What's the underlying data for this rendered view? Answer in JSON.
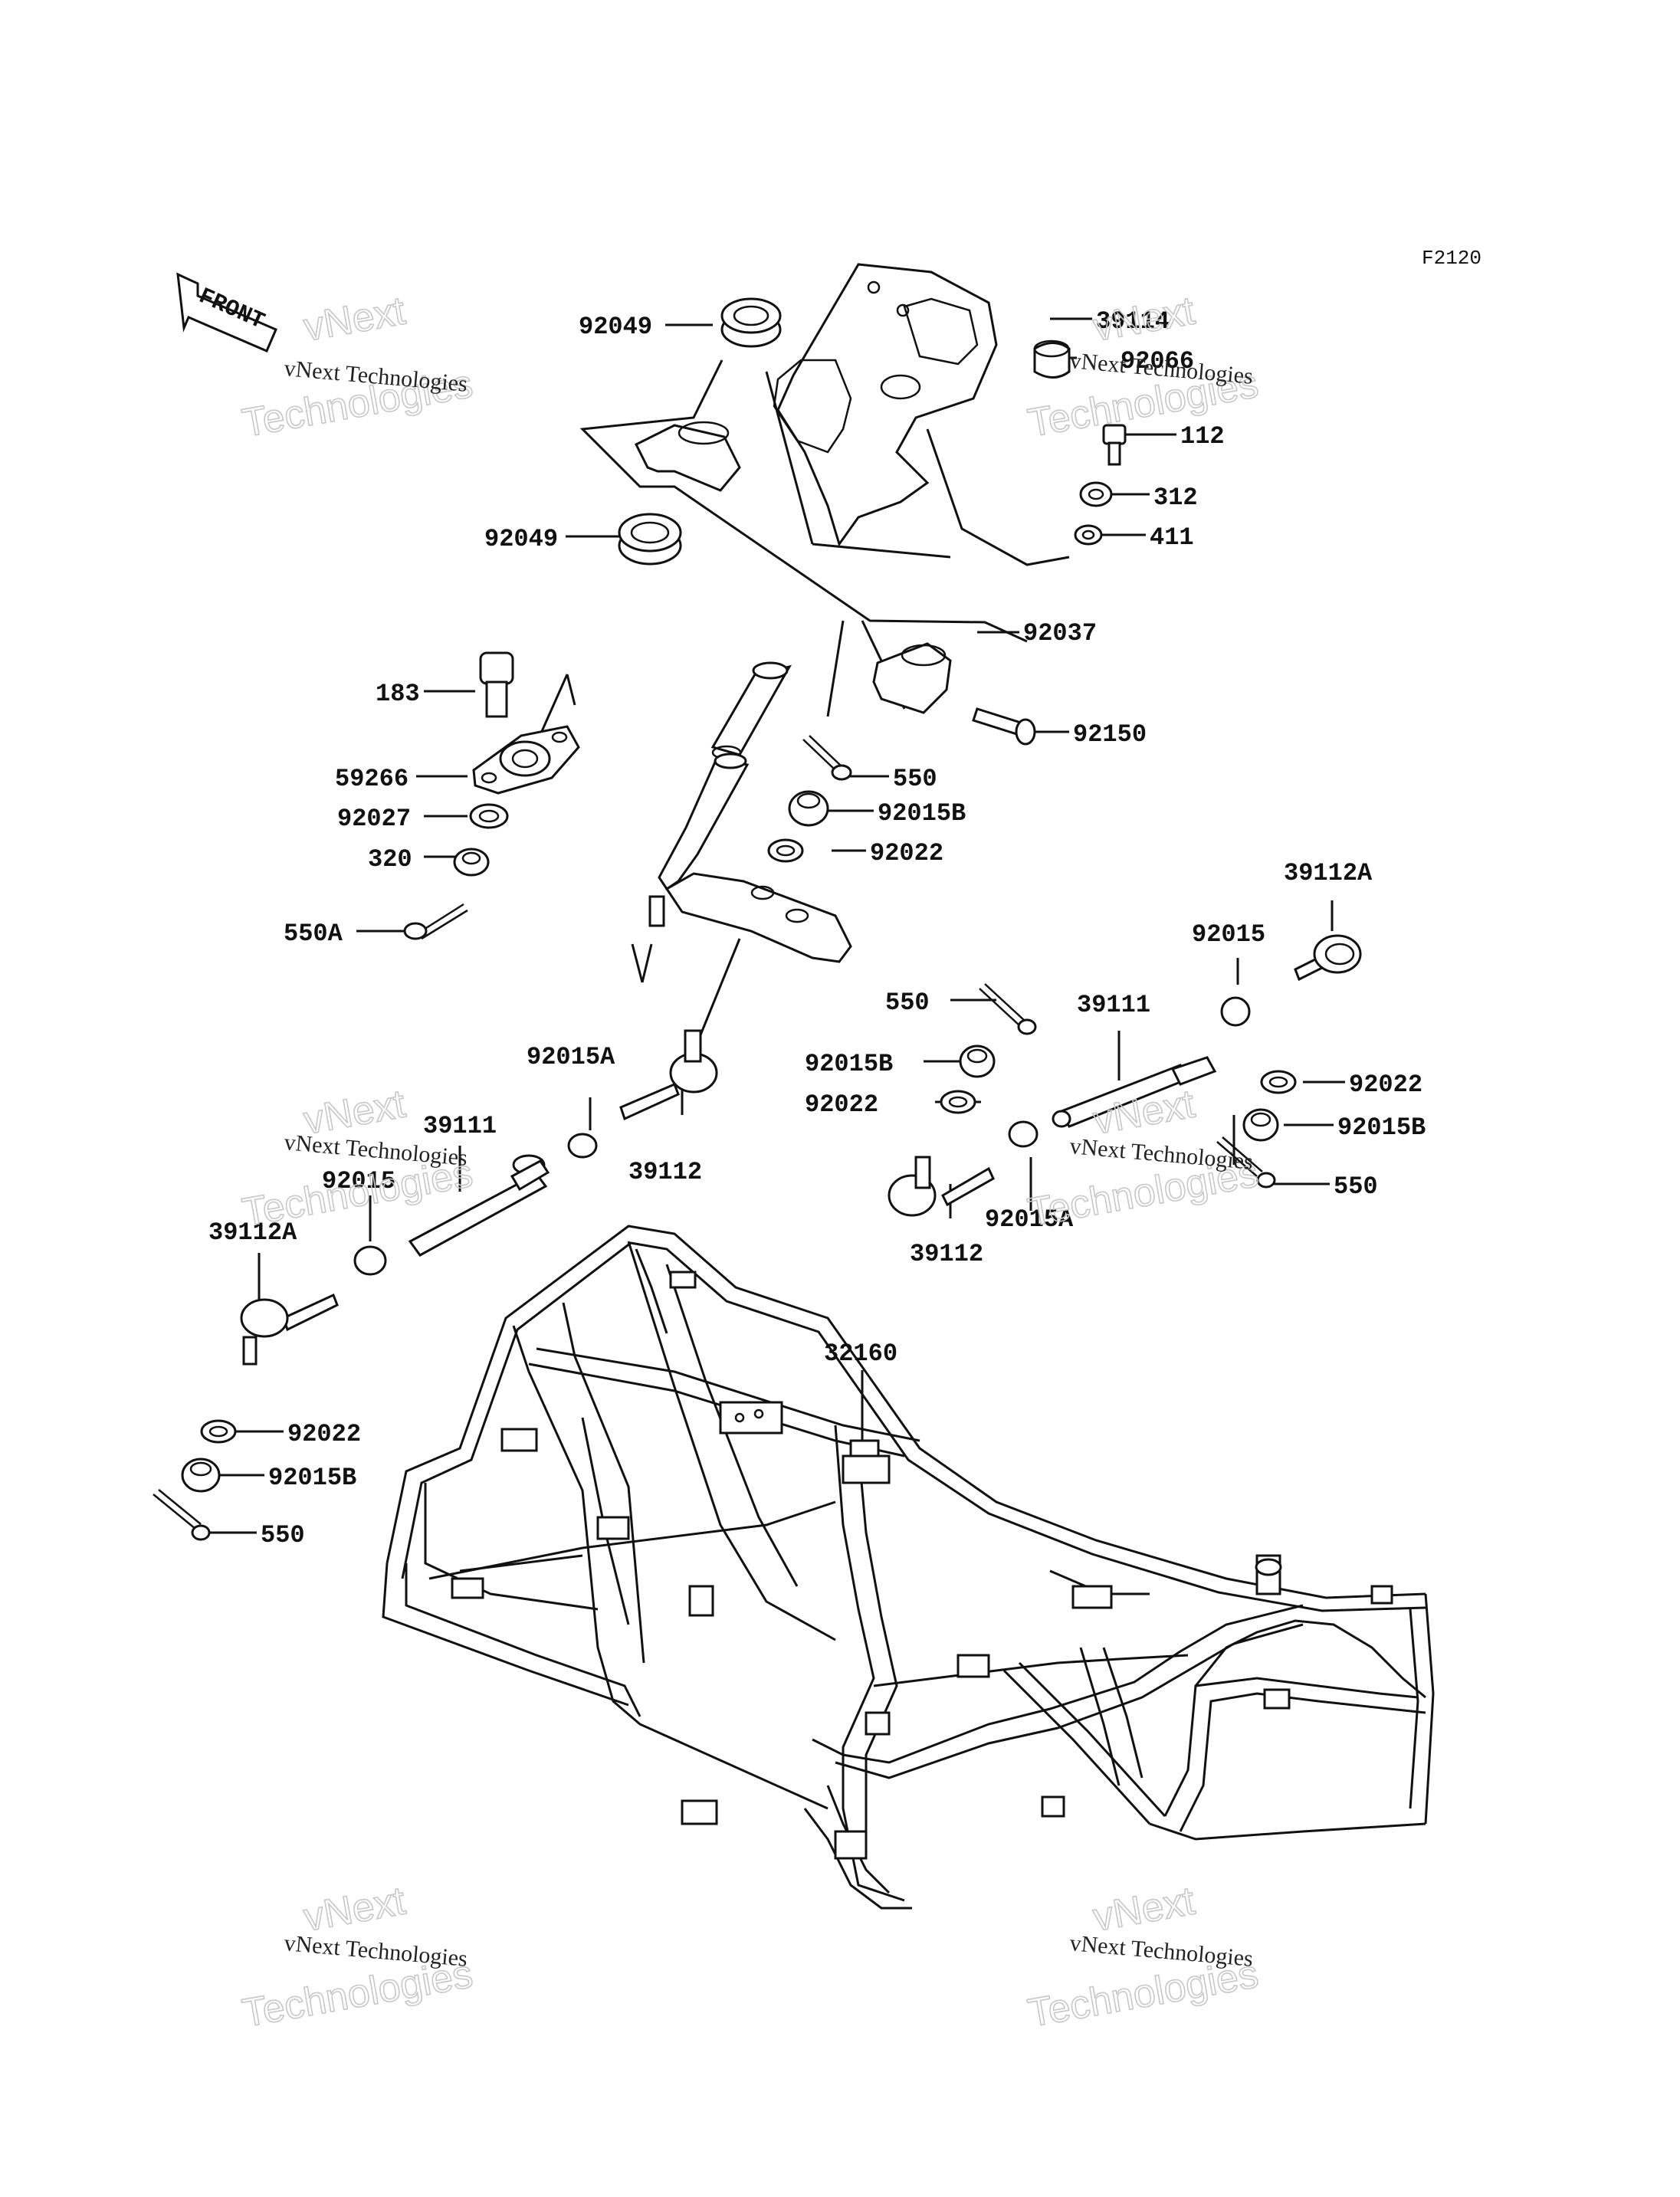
{
  "figure_id": "F2120",
  "front_label": "FRONT",
  "watermark": {
    "line1": "vNext Technologies",
    "line2": "vNext",
    "line3": "Technologies"
  },
  "labels": {
    "l_92049_top": "92049",
    "l_39114": "39114",
    "l_92066": "92066",
    "l_112": "112",
    "l_312": "312",
    "l_411": "411",
    "l_92049_bot": "92049",
    "l_92037": "92037",
    "l_183": "183",
    "l_92150": "92150",
    "l_59266": "59266",
    "l_550_a": "550",
    "l_92027": "92027",
    "l_92015B_a": "92015B",
    "l_320": "320",
    "l_92022_a": "92022",
    "l_550A": "550A",
    "l_39112A_r": "39112A",
    "l_92015_r": "92015",
    "l_550_b": "550",
    "l_39111_r": "39111",
    "l_92015A_l": "92015A",
    "l_92015B_b": "92015B",
    "l_92022_b": "92022",
    "l_92022_c": "92022",
    "l_92015B_c": "92015B",
    "l_39111_l": "39111",
    "l_39112_l": "39112",
    "l_550_c": "550",
    "l_92015_l": "92015",
    "l_92015A_r": "92015A",
    "l_39112_r": "39112",
    "l_39112A_l": "39112A",
    "l_32160": "32160",
    "l_92022_d": "92022",
    "l_92015B_d": "92015B",
    "l_550_d": "550"
  }
}
